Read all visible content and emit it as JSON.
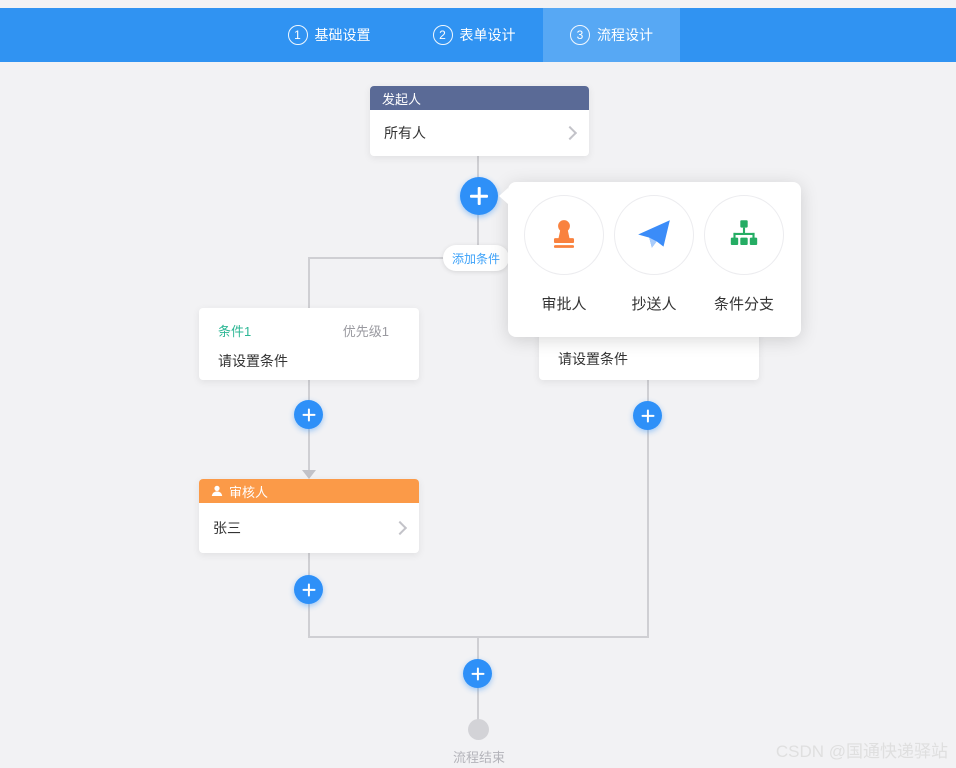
{
  "header": {
    "steps": [
      {
        "num": "1",
        "label": "基础设置"
      },
      {
        "num": "2",
        "label": "表单设计"
      },
      {
        "num": "3",
        "label": "流程设计"
      }
    ],
    "active_step": "流程设计",
    "colors": {
      "bar": "#3093f2",
      "active_tab": "#57a8f4"
    }
  },
  "canvas": {
    "initiator_node": {
      "title": "发起人",
      "value": "所有人",
      "header_color": "#5a6a96"
    },
    "add_condition_tooltip": "添加条件",
    "left_condition_node": {
      "name": "条件1",
      "priority": "优先级1",
      "placeholder": "请设置条件",
      "name_color": "#2eb795"
    },
    "right_condition_node": {
      "placeholder": "请设置条件"
    },
    "reviewer_node": {
      "title": "审核人",
      "value": "张三",
      "header_color": "#fb9a48"
    },
    "end_node": {
      "label": "流程结束"
    }
  },
  "add_menu": {
    "items": [
      {
        "label": "审批人",
        "icon": "stamp-icon",
        "icon_color": "#f9823f"
      },
      {
        "label": "抄送人",
        "icon": "paper-plane-icon",
        "icon_color": "#3b8cf8"
      },
      {
        "label": "条件分支",
        "icon": "org-chart-icon",
        "icon_color": "#25ad64"
      }
    ]
  },
  "watermark": "CSDN @国通快递驿站"
}
